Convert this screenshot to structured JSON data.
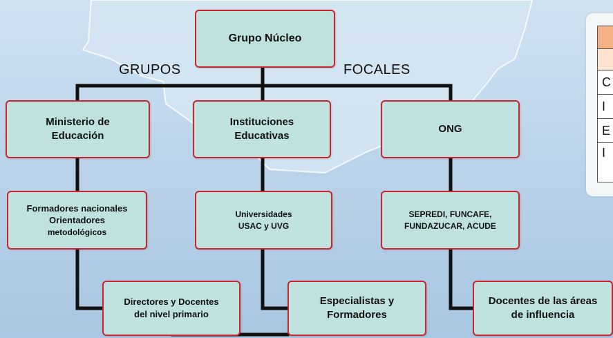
{
  "nodes": {
    "grupo_nucleo": "Grupo Núcleo",
    "ministerio": [
      "Ministerio de",
      "Educación"
    ],
    "instituciones": [
      "Instituciones",
      "Educativas"
    ],
    "ong": "ONG",
    "formadores": [
      "Formadores nacionales",
      "Orientadores",
      "metodológicos"
    ],
    "universidades": [
      "Universidades",
      "USAC y UVG"
    ],
    "sepredi": [
      "SEPREDI, FUNCAFE,",
      "FUNDAZUCAR, ACUDE"
    ],
    "directores": [
      "Directores y Docentes",
      "del nivel primario"
    ],
    "especialistas": [
      "Especialistas y",
      "Formadores"
    ],
    "docentes": [
      "Docentes de las áreas",
      "de influencia"
    ]
  },
  "labels": {
    "left": "GRUPOS",
    "right": "FOCALES"
  },
  "side_table": {
    "rows": [
      "",
      "",
      "C",
      "I",
      "E",
      "I"
    ]
  },
  "colors": {
    "node_fill": "#bfe2df",
    "node_border": "#c8262c",
    "connector": "#111111",
    "background": "#bcd4ea"
  }
}
